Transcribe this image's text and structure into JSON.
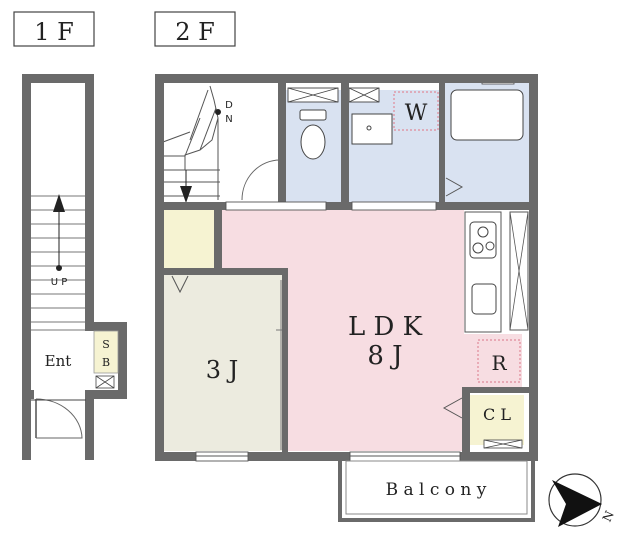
{
  "floors": {
    "first": "1 F",
    "second": "2 F"
  },
  "rooms": {
    "ldk_name": "L D K",
    "ldk_size": "8 J",
    "bedroom": "3 J",
    "washer": "W",
    "fridge": "R",
    "closet": "C L",
    "balcony": "B a l c o n y",
    "entrance": "Ent",
    "shoebox_top": "S",
    "shoebox_bottom": "B"
  },
  "stairs": {
    "down": [
      "D",
      "N"
    ],
    "up": "U P"
  },
  "compass": {
    "north": "N"
  },
  "colors": {
    "wall": "#6a6a6a",
    "ldk": "#f7dde2",
    "bedroom": "#ecebdf",
    "wet": "#d9e2f1",
    "storage": "#f6f3d2"
  }
}
